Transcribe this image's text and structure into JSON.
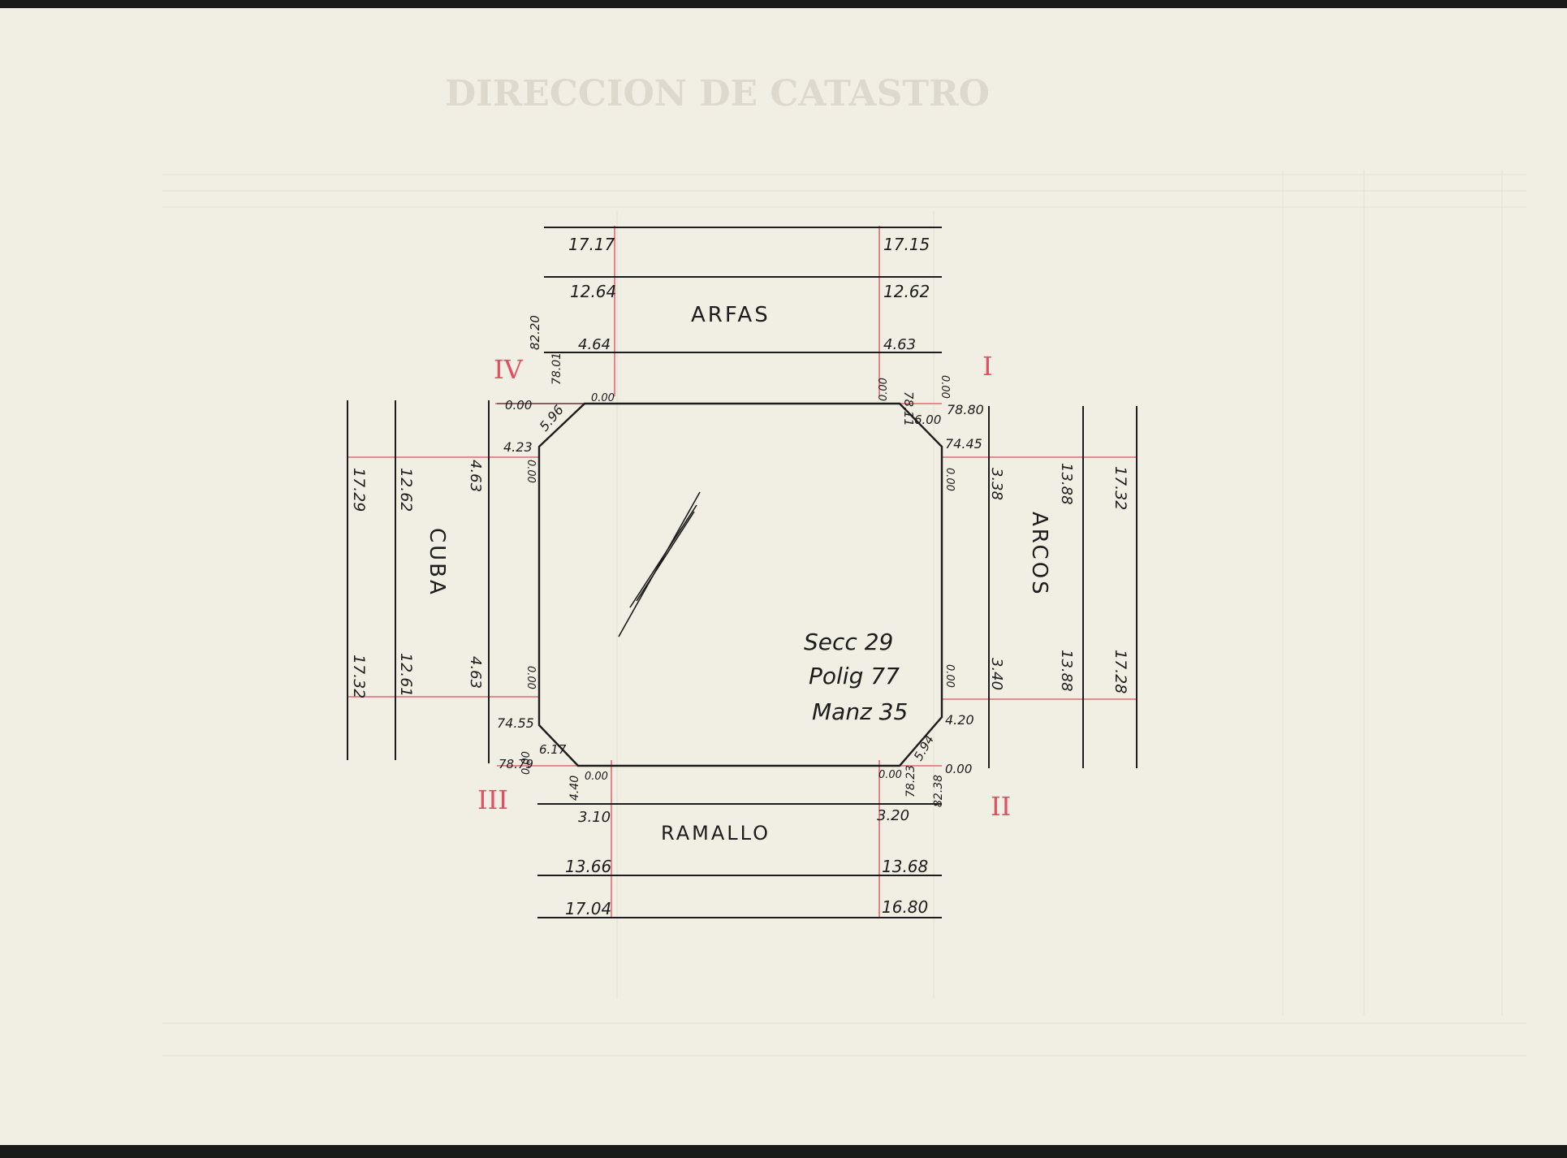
{
  "sheet": {
    "faint_letterhead": "DIRECCION DE CATASTRO"
  },
  "streets": {
    "north": "ARFAS",
    "south": "RAMALLO",
    "west": "CUBA",
    "east": "ARCOS"
  },
  "block": {
    "seccion": "Secc 29",
    "poligono": "Polig 77",
    "manzana": "Manz 35"
  },
  "corners": {
    "I": "I",
    "II": "II",
    "III": "III",
    "IV": "IV"
  },
  "north_side": {
    "w1": "17.17",
    "w2": "12.64",
    "w3": "4.64",
    "e1": "17.15",
    "e2": "12.62",
    "e3": "4.63"
  },
  "south_side": {
    "w1": "3.10",
    "w2": "13.66",
    "w3": "17.04",
    "e1": "3.20",
    "e2": "13.68",
    "e3": "16.80"
  },
  "west_side": {
    "n1": "17.29",
    "n2": "12.62",
    "n3": "4.63",
    "s1": "17.32",
    "s2": "12.61",
    "s3": "4.63"
  },
  "east_side": {
    "n1": "3.38",
    "n2": "13.88",
    "n3": "17.32",
    "s1": "3.40",
    "s2": "13.88",
    "s3": "17.28"
  },
  "corner_iv": {
    "a": "0.00",
    "b": "82.20",
    "c": "78.01",
    "d": "0.00",
    "e": "5.96",
    "f": "4.23",
    "g": "0.00"
  },
  "corner_i": {
    "a": "0.00",
    "b": "78.11",
    "c": "0.00",
    "d": "78.80",
    "e": "6.00",
    "f": "74.45",
    "g": "0.00"
  },
  "corner_iii": {
    "a": "74.55",
    "b": "6.17",
    "c": "78.79",
    "d": "0.00",
    "e": "4.40",
    "f": "0.00",
    "g": "0.00"
  },
  "corner_ii": {
    "a": "0.00",
    "b": "78.23",
    "c": "82.38",
    "d": "0.00",
    "e": "5.94",
    "f": "4.20",
    "g": "0.00"
  }
}
